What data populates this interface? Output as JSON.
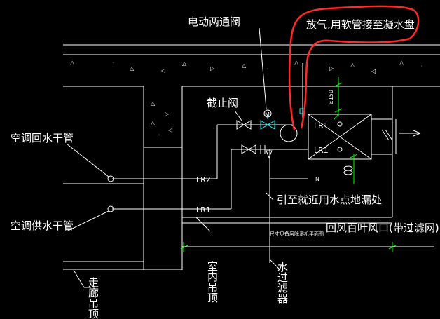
{
  "labels": {
    "electric_valve": "电动两通阀",
    "vent_note": "放气,用软管接至凝水盘",
    "stop_valve": "截止阀",
    "return_main": "空调回水干管",
    "supply_main": "空调供水干管",
    "lr2": "LR2",
    "lr1": "LR1",
    "lr1_top": "LR1",
    "lr1_mid": "LR1",
    "drain_note": "引至就近用水点地漏处",
    "return_louver": "回风百叶风口(带过滤网)",
    "small_note": "尺寸见备层除湿机平面图",
    "indoor_ceiling": "室内吊顶",
    "filter": "水过滤器",
    "corridor_ceiling": "走廊吊顶",
    "n_mark": "N",
    "m_mark": "M",
    "dim_150": "≥150"
  },
  "colors": {
    "line": "#ffffff",
    "highlight": "#ff2a2a",
    "dim": "#00ff00",
    "valve": "#00ffff"
  }
}
